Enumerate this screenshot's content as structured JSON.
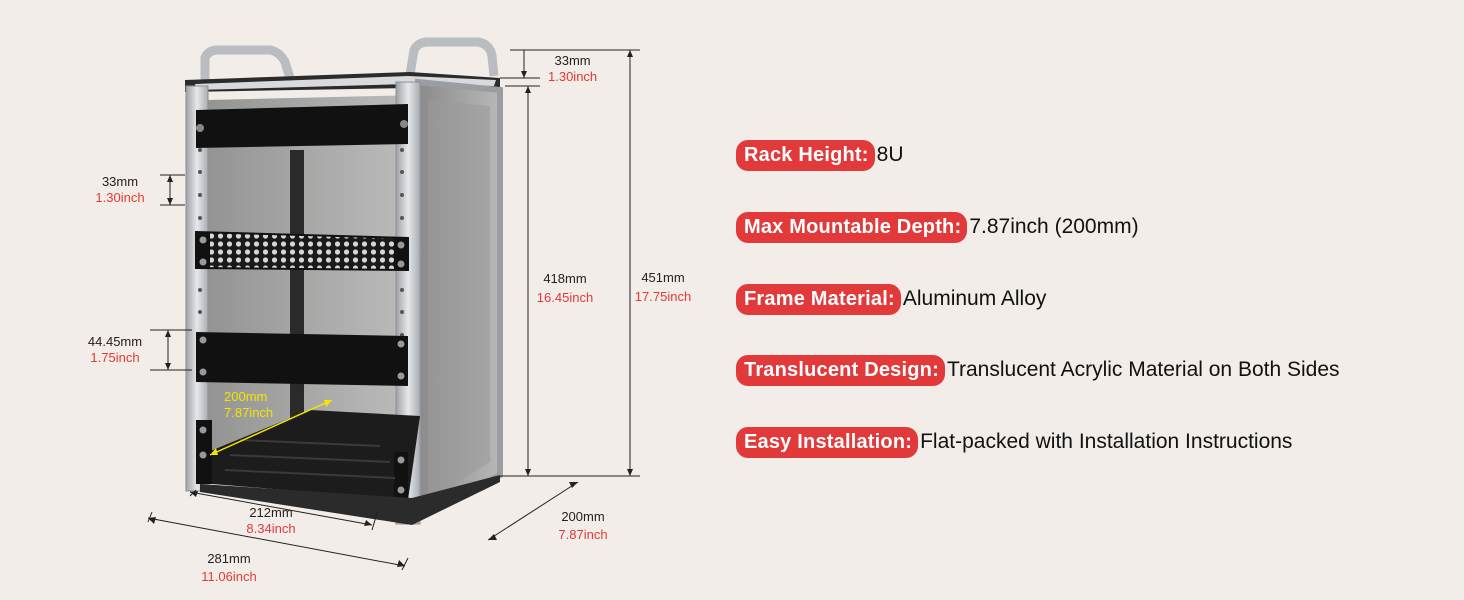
{
  "colors": {
    "background": "#f2ede8",
    "accent_red": "#e23a3a",
    "dimension_red": "#e53935",
    "dimension_yellow": "#f4e400",
    "frame_silver": "#c9ccd0",
    "panel_black": "#111111"
  },
  "dimensions": {
    "top_offset": {
      "mm": "33mm",
      "inch": "1.30inch"
    },
    "rack_unit": {
      "mm": "33mm",
      "inch": "1.30inch"
    },
    "panel_height": {
      "mm": "44.45mm",
      "inch": "1.75inch"
    },
    "shelf_depth": {
      "mm": "200mm",
      "inch": "7.87inch"
    },
    "inner_height": {
      "mm": "418mm",
      "inch": "16.45inch"
    },
    "total_height": {
      "mm": "451mm",
      "inch": "17.75inch"
    },
    "inner_width": {
      "mm": "212mm",
      "inch": "8.34inch"
    },
    "outer_width": {
      "mm": "281mm",
      "inch": "11.06inch"
    },
    "outer_depth": {
      "mm": "200mm",
      "inch": "7.87inch"
    }
  },
  "specs": [
    {
      "label": "Rack Height:",
      "value": "8U"
    },
    {
      "label": "Max Mountable Depth:",
      "value": "7.87inch (200mm)"
    },
    {
      "label": "Frame Material:",
      "value": "Aluminum Alloy"
    },
    {
      "label": "Translucent Design:",
      "value": "Translucent Acrylic Material on Both Sides"
    },
    {
      "label": "Easy Installation:",
      "value": "Flat-packed with Installation Instructions"
    }
  ],
  "icons": [
    "rack-cabinet-illustration",
    "handle-icon",
    "vent-panel-icon",
    "shelf-tray-icon"
  ]
}
